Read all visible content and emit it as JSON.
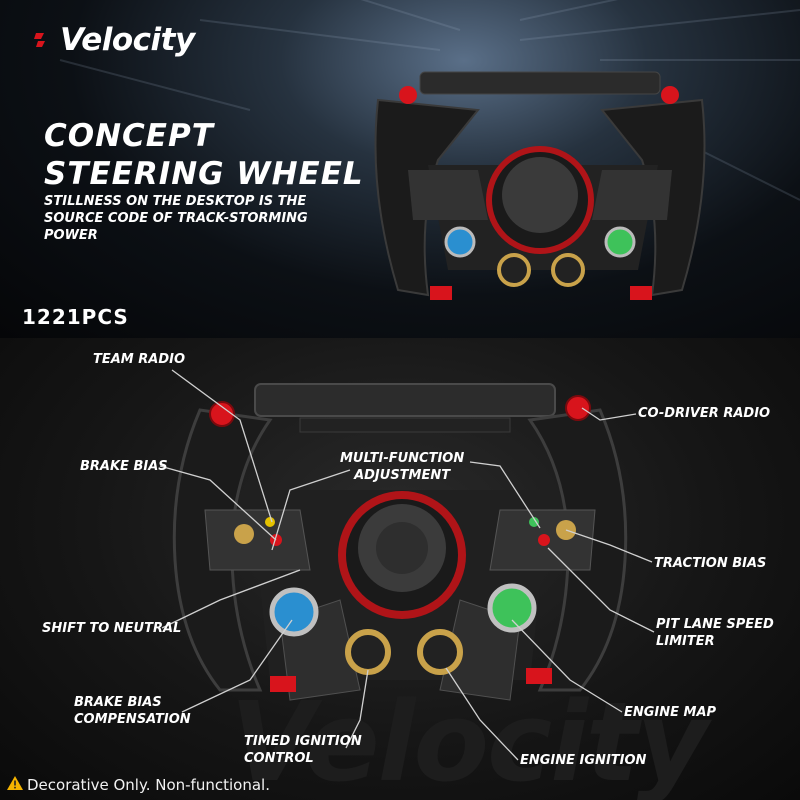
{
  "brand": {
    "name": "Velocity",
    "watermark": "Velocity"
  },
  "hero": {
    "title_line1": "Concept",
    "title_line2": "Steering Wheel",
    "subtitle": "Stillness on the desktop is the source code of track-storming power",
    "piece_count": "1221PCS"
  },
  "callouts": {
    "team_radio": "TEAM RADIO",
    "brake_bias": "BRAKE BIAS",
    "multi_function_line1": "MULTI-FUNCTION",
    "multi_function_line2": "ADJUSTMENT",
    "co_driver_radio": "CO-DRIVER RADIO",
    "traction_bias": "TRACTION BIAS",
    "shift_to_neutral": "SHIFT TO NEUTRAL",
    "pit_lane_line1": "PIT LANE SPEED",
    "pit_lane_line2": "LIMITER",
    "brake_bias_comp_line1": "BRAKE BIAS",
    "brake_bias_comp_line2": "COMPENSATION",
    "engine_map": "ENGINE MAP",
    "timed_ignition_line1": "TIMED IGNITION",
    "timed_ignition_line2": "CONTROL",
    "engine_ignition": "ENGINE IGNITION"
  },
  "disclaimer": {
    "icon": "warning-icon",
    "text": "Decorative Only. Non-functional."
  },
  "colors": {
    "accent_red": "#d8141c",
    "button_blue": "#2a8fd0",
    "button_green": "#3ec25a",
    "gold": "#c9a24a"
  }
}
